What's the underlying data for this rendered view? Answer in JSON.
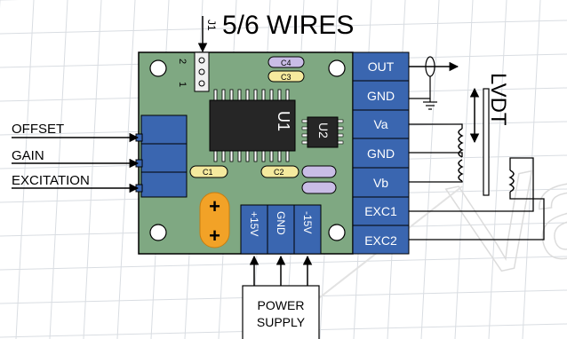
{
  "header": {
    "title": "5/6 WIRES",
    "jumper_label": "J1"
  },
  "board": {
    "jumper_pins": [
      "2",
      "1"
    ],
    "capacitors": [
      "C4",
      "C3",
      "C1",
      "C2"
    ],
    "chips": [
      "U1",
      "U2"
    ],
    "polarity_symbol": "+"
  },
  "inputs": [
    "OFFSET",
    "GAIN",
    "EXCITATION"
  ],
  "terminals": [
    "OUT",
    "GND",
    "Va",
    "GND",
    "Vb",
    "EXC1",
    "EXC2"
  ],
  "power_pins": [
    "+15V",
    "GND",
    "-15V"
  ],
  "power_supply": {
    "line1": "POWER",
    "line2": "SUPPLY"
  },
  "sensor": {
    "name": "LVDT"
  },
  "watermark": "Va",
  "colors": {
    "board": "#7fa882",
    "terminal": "#3a66b0",
    "cap_yellow": "#f5ea9e",
    "cap_purple": "#c9bde6",
    "polarity_cap": "#f2a227",
    "chip": "#262626"
  }
}
